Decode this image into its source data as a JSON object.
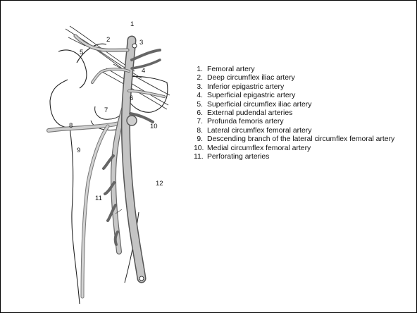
{
  "diagram": {
    "figure_labels": [
      "1",
      "2",
      "3",
      "4",
      "5",
      "6",
      "7",
      "8",
      "9",
      "10",
      "11",
      "12"
    ],
    "legend": [
      {
        "number": "1.",
        "text": "Femoral artery"
      },
      {
        "number": "2.",
        "text": "Deep circumflex iliac artery"
      },
      {
        "number": "3.",
        "text": "Inferior epigastric artery"
      },
      {
        "number": "4.",
        "text": "Superficial epigastric artery"
      },
      {
        "number": "5.",
        "text": "Superficial circumflex iliac artery"
      },
      {
        "number": "6.",
        "text": "External pudendal arteries"
      },
      {
        "number": "7.",
        "text": "Profunda femoris artery"
      },
      {
        "number": "8.",
        "text": "Lateral circumflex femoral artery"
      },
      {
        "number": "9.",
        "text": "Descending branch of the lateral circumflex femoral artery"
      },
      {
        "number": "10.",
        "text": "Medial circumflex femoral artery"
      },
      {
        "number": "11.",
        "text": "Perforating arteries"
      }
    ]
  }
}
